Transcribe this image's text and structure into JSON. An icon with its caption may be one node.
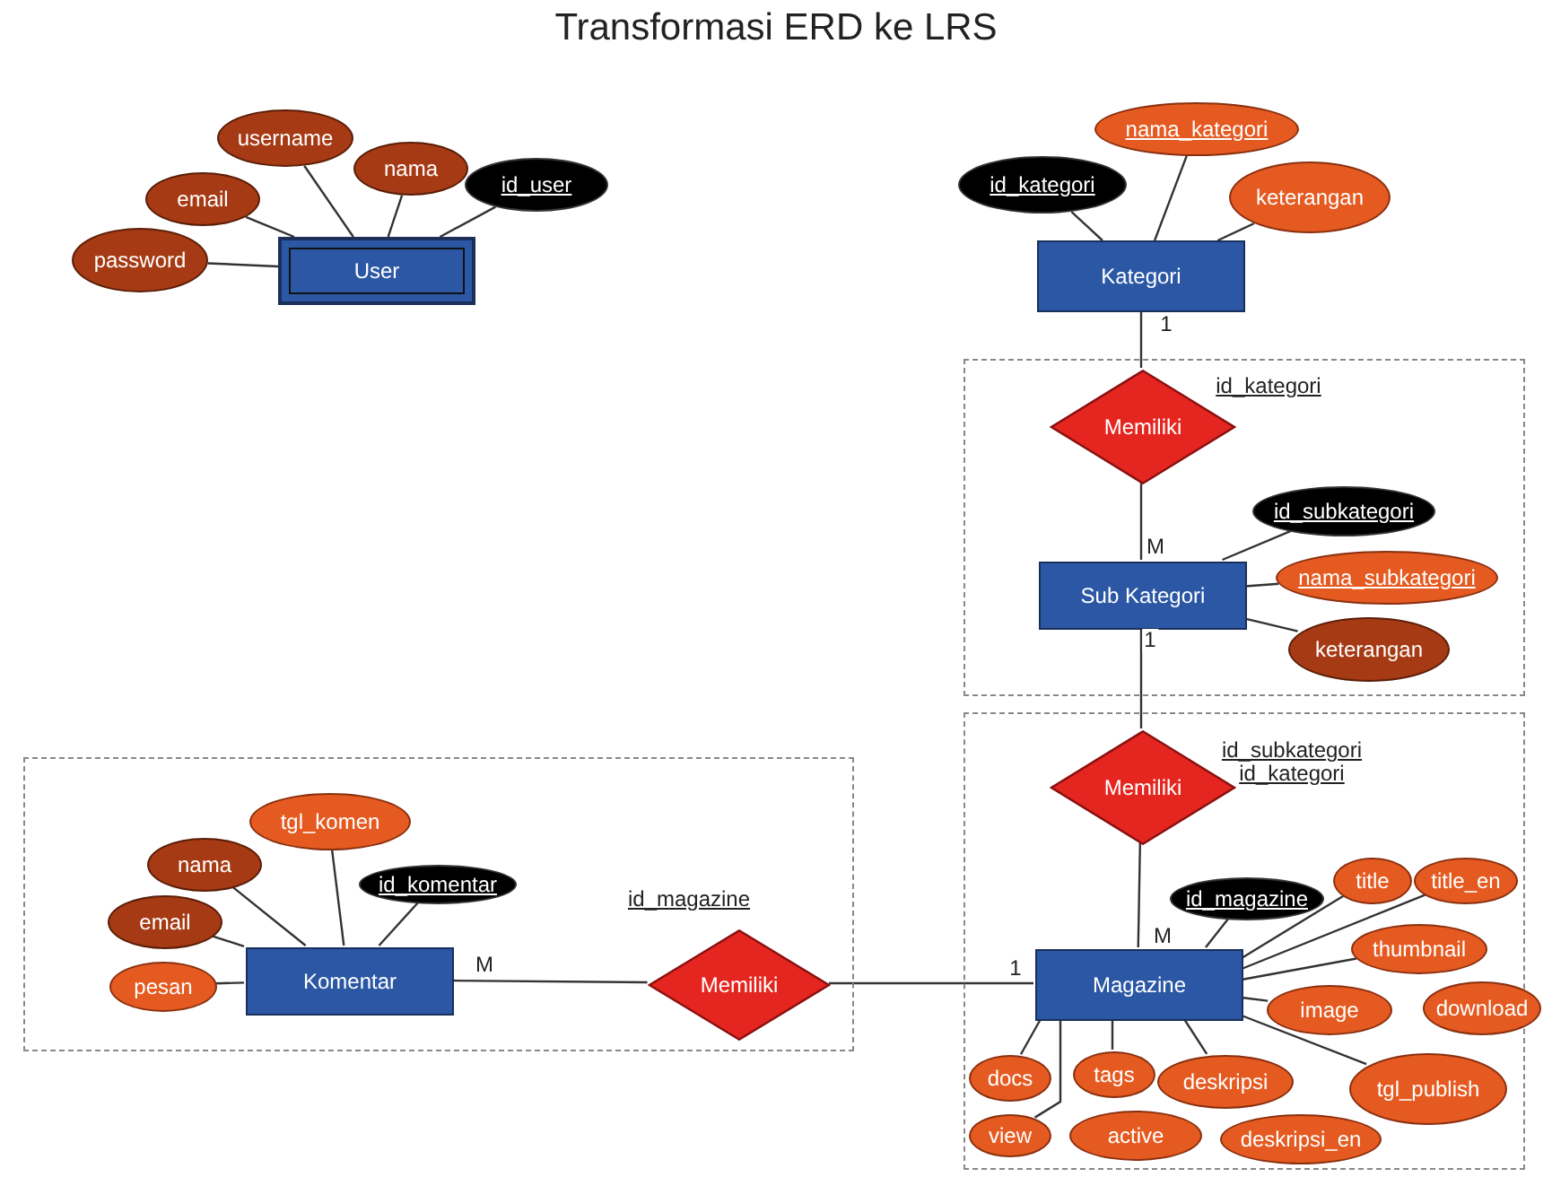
{
  "diagram": {
    "title": "Transformasi ERD ke LRS",
    "nodes": [
      {
        "text": [
          "User"
        ]
      },
      {
        "text": [
          "username"
        ]
      },
      {
        "text": [
          "email"
        ]
      },
      {
        "text": [
          "nama"
        ]
      },
      {
        "text": [
          "id_user"
        ]
      },
      {
        "text": [
          "password"
        ]
      },
      {
        "text": [
          "Kategori"
        ]
      },
      {
        "text": [
          "nama_kategori"
        ]
      },
      {
        "text": [
          "id_kategori"
        ]
      },
      {
        "text": [
          "keterangan"
        ]
      },
      {
        "text": [],
        "shape": "box"
      },
      {
        "text": [
          "Memiliki"
        ],
        "in": 10
      },
      {
        "text": [
          "Sub Kategori"
        ],
        "in": 10
      },
      {
        "text": [
          "id_subkategori"
        ],
        "in": 10
      },
      {
        "text": [
          "nama_subkategori"
        ],
        "in": 10
      },
      {
        "text": [
          "keterangan"
        ],
        "in": 10
      },
      {
        "text": [],
        "shape": "box"
      },
      {
        "text": [
          "Memiliki"
        ],
        "in": 16
      },
      {
        "text": [
          "Magazine"
        ],
        "in": 16
      },
      {
        "text": [
          "id_magazine"
        ],
        "in": 16
      },
      {
        "text": [
          "title"
        ],
        "in": 16
      },
      {
        "text": [
          "title_en"
        ],
        "in": 16
      },
      {
        "text": [
          "thumbnail"
        ],
        "in": 16
      },
      {
        "text": [
          "download"
        ]
      },
      {
        "text": [
          "image"
        ],
        "in": 16
      },
      {
        "text": [
          "tgl_publish"
        ],
        "in": 16
      },
      {
        "text": [
          "docs"
        ],
        "in": 16
      },
      {
        "text": [
          "tags"
        ],
        "in": 16
      },
      {
        "text": [
          "deskripsi"
        ],
        "in": 16
      },
      {
        "text": [
          "view"
        ],
        "in": 16
      },
      {
        "text": [
          "active"
        ],
        "in": 16
      },
      {
        "text": [
          "deskripsi_en"
        ],
        "in": 16
      },
      {
        "text": [],
        "shape": "box"
      },
      {
        "text": [
          "tgl_komen"
        ],
        "in": 32
      },
      {
        "text": [
          "nama"
        ],
        "in": 32
      },
      {
        "text": [
          "id_komentar"
        ],
        "in": 32
      },
      {
        "text": [
          "email"
        ],
        "in": 32
      },
      {
        "text": [
          "Komentar"
        ],
        "in": 32
      },
      {
        "text": [
          "pesan"
        ],
        "in": 32
      },
      {
        "text": [
          "Memiliki"
        ],
        "in": 32
      }
    ],
    "edges": [
      {
        "from": 1,
        "to": 0,
        "arrow": "none"
      },
      {
        "from": 2,
        "to": 0,
        "arrow": "none"
      },
      {
        "from": 3,
        "to": 0,
        "arrow": "none"
      },
      {
        "from": 4,
        "to": 0,
        "arrow": "none"
      },
      {
        "from": 5,
        "to": 0,
        "arrow": "none"
      },
      {
        "from": 7,
        "to": 6,
        "arrow": "none"
      },
      {
        "from": 8,
        "to": 6,
        "arrow": "none"
      },
      {
        "from": 9,
        "to": 6,
        "arrow": "none"
      },
      {
        "from": 6,
        "to": 11,
        "arrow": "none",
        "label": "1"
      },
      {
        "from": 11,
        "to": 12,
        "arrow": "none",
        "label": "M"
      },
      {
        "from": 13,
        "to": 12,
        "arrow": "none"
      },
      {
        "from": 14,
        "to": 12,
        "arrow": "none"
      },
      {
        "from": 15,
        "to": 12,
        "arrow": "none"
      },
      {
        "from": 12,
        "to": 17,
        "arrow": "none",
        "label": "1"
      },
      {
        "from": 17,
        "to": 18,
        "arrow": "none",
        "label": "M"
      },
      {
        "from": 19,
        "to": 18,
        "arrow": "none"
      },
      {
        "from": 20,
        "to": 18,
        "arrow": "none"
      },
      {
        "from": 21,
        "to": 18,
        "arrow": "none"
      },
      {
        "from": 22,
        "to": 18,
        "arrow": "none"
      },
      {
        "from": 24,
        "to": 18,
        "arrow": "none"
      },
      {
        "from": 25,
        "to": 18,
        "arrow": "none"
      },
      {
        "from": 26,
        "to": 18,
        "arrow": "none"
      },
      {
        "from": 27,
        "to": 18,
        "arrow": "none"
      },
      {
        "from": 28,
        "to": 18,
        "arrow": "none"
      },
      {
        "from": 29,
        "to": 18,
        "arrow": "none"
      },
      {
        "from": 33,
        "to": 37,
        "arrow": "none"
      },
      {
        "from": 34,
        "to": 37,
        "arrow": "none"
      },
      {
        "from": 35,
        "to": 37,
        "arrow": "none"
      },
      {
        "from": 36,
        "to": 37,
        "arrow": "none"
      },
      {
        "from": 38,
        "to": 37,
        "arrow": "none"
      },
      {
        "from": 37,
        "to": 39,
        "arrow": "none",
        "label": "M"
      },
      {
        "from": 39,
        "to": 18,
        "arrow": "none",
        "label": "1"
      }
    ],
    "labels": [
      "id_kategori",
      "id_subkategori",
      "id_kategori",
      "id_magazine"
    ]
  }
}
